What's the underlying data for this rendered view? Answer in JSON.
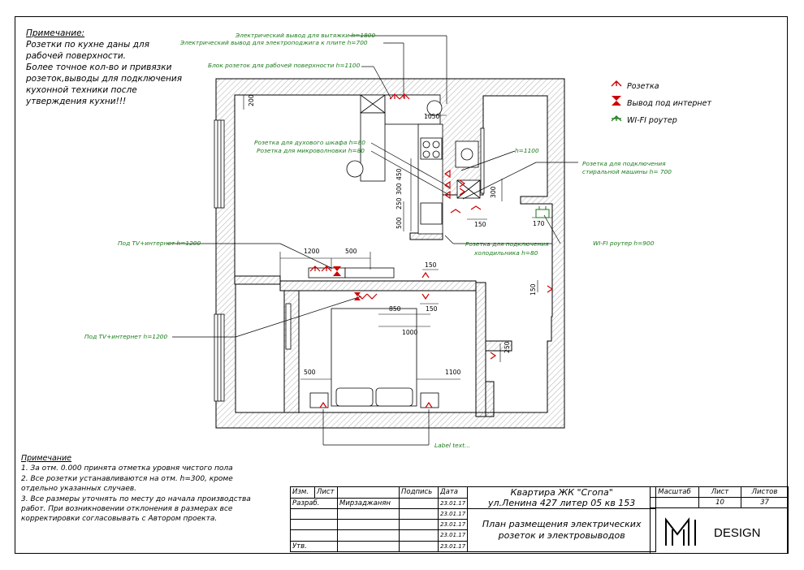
{
  "note_top": {
    "heading": "Примечание:",
    "lines": [
      "Розетки по кухне даны для",
      "рабочей поверхности.",
      "Более точное кол-во и привязки",
      "розеток,выводы для подключения",
      "кухонной техники после",
      "утверждения кухни!!!"
    ]
  },
  "labels": {
    "hood": "Электрический вывод для вытяжки h=1800",
    "stove": "Электрический вывод для электроподжига к плите h=700",
    "worktop": "Блок розеток для рабочей поверхности h=1100",
    "oven": "Розетка для духового шкафа h=80",
    "microwave": "Розетка для микроволновки h=80",
    "h1100": "h=1100",
    "washer1": "Розетка для подключения",
    "washer2": "стиральной машины h= 700",
    "wifi": "WI-FI роутер h=900",
    "fridge1": "Розетка для подключения",
    "fridge2": "холодильника h=80",
    "tv1": "Под TV+интернет h=1200",
    "tv2": "Под TV+интернет h=1200",
    "label_text": "Label text..."
  },
  "dims": {
    "d200": "200",
    "d1050": "1050",
    "d450": "450",
    "d300a": "300",
    "d250": "250",
    "d500a": "500",
    "d300b": "300",
    "d150a": "150",
    "d170": "170",
    "d1200": "1200",
    "d500b": "500",
    "d150b": "150",
    "d150c": "150",
    "d850": "850",
    "d1000": "1000",
    "d150d": "150",
    "d250b": "250",
    "d500c": "500",
    "d1100": "1100"
  },
  "legend": [
    {
      "icon": "socket-icon",
      "color": "#cc0000",
      "label": "Розетка"
    },
    {
      "icon": "internet-icon",
      "color": "#cc0000",
      "label": "Вывод под интернет"
    },
    {
      "icon": "router-icon",
      "color": "#1a7a1a",
      "label": "WI-FI роутер"
    }
  ],
  "note_bottom": {
    "heading": "Примечание",
    "lines": [
      "1. За отм. 0.000 принята отметка уровня чистого пола",
      "2. Все розетки устанавливаются на отм. h=300, кроме",
      "отдельно указанных случаев.",
      "3. Все размеры уточнять по месту до начала производства",
      "работ. При возникновении отклонения в размерах все",
      "корректировки согласовывать с Автором проекта."
    ]
  },
  "title_block": {
    "h_izm": "Изм.",
    "h_list": "Лист",
    "h_podpis": "Подпись",
    "h_data": "Дата",
    "razrab": "Разраб.",
    "name": "Мирзаджанян",
    "utv": "Утв.",
    "dates": [
      "23.01.17",
      "23.01.17",
      "23.01.17",
      "23.01.17",
      "23.01.17"
    ],
    "project1": "Квартира ЖК \"Сгопа\"",
    "project2": "ул.Ленина 427 литер 05 кв 153",
    "sheet_title1": "План размещения электрических",
    "sheet_title2": "розеток и электровыводов",
    "h_scale": "Масштаб",
    "h_sheet": "Лист",
    "h_sheets": "Листов",
    "sheet": "10",
    "sheets": "37",
    "brand": "DESIGN"
  }
}
